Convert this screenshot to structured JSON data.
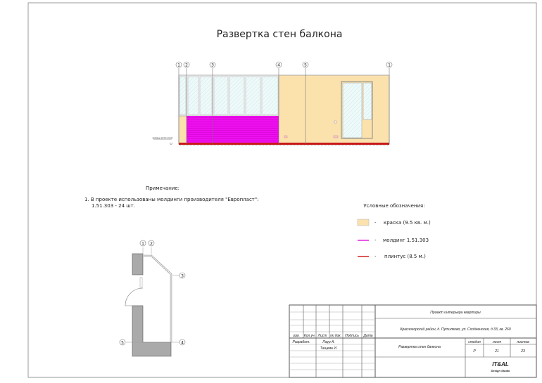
{
  "title": "Развертка стен балкона",
  "axes_elevation": [
    "1",
    "2",
    "3",
    "4",
    "5",
    "1"
  ],
  "level_label": "уровень чистого пола",
  "note": {
    "heading": "Примечание:",
    "line1": "1. В проекте использованы молдинги производителя \"Европласт\":",
    "line2": "1.51.303 - 24 шт."
  },
  "legend": {
    "heading": "Условные обозначения:",
    "items": [
      {
        "label": "краска (9.5 кв. м.)",
        "color": "#fbe2ad"
      },
      {
        "label": "молдинг 1.51.303",
        "color": "#e020e0"
      },
      {
        "label": "плинтус (8.5 м.)",
        "color": "#d02020"
      }
    ],
    "dash": "-"
  },
  "plan_axes": [
    "1",
    "2",
    "3",
    "4",
    "5"
  ],
  "title_block": {
    "project": "Проект интерьера квартиры",
    "address": "Красногорский район, д. Путилково, ул. Сходненская, д.33, кв. 260",
    "headers": [
      "изм.",
      "Кол.уч.",
      "Лист",
      "№ док.",
      "Подпись",
      "Дата"
    ],
    "developed_label": "Разработ.",
    "developer1": "Лаур А.",
    "developer2": "Тащева И.",
    "sheet_title": "Развертка стен балкона",
    "stage_label": "стадия",
    "sheet_label": "лист",
    "sheets_label": "листов",
    "stage": "Р",
    "sheet": "21",
    "sheets": "23",
    "company": "IT&AL",
    "company_sub": "Design Studio"
  }
}
